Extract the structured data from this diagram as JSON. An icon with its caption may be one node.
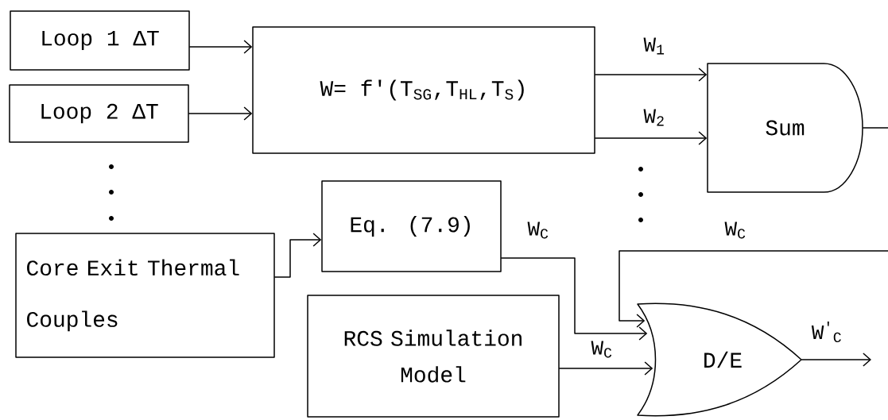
{
  "diagram": {
    "nodes": [
      {
        "text": [
          "Loop 1 ΔT"
        ]
      },
      {
        "text": [
          "Loop 2 ΔT"
        ]
      },
      {
        "text": [
          "W= f'(T$_{SG}$,T$_{HL}$,T$_{S}$)"
        ]
      },
      {
        "text": [
          "Sum"
        ]
      },
      {
        "text": [
          "Core Exit Thermal Couples"
        ]
      },
      {
        "text": [
          "Eq. (7.9)"
        ]
      },
      {
        "text": [
          "RCS Simulation Model"
        ]
      },
      {
        "text": [
          "D/E"
        ]
      }
    ],
    "edges": [
      {
        "from": 0,
        "to": 2,
        "arrow": "to"
      },
      {
        "from": 1,
        "to": 2,
        "arrow": "to"
      },
      {
        "from": 2,
        "to": 3,
        "arrow": "to",
        "label": "W$_{1}$"
      },
      {
        "from": 2,
        "to": 3,
        "arrow": "to",
        "label": "W$_{2}$"
      },
      {
        "from": 4,
        "to": 5,
        "arrow": "to"
      },
      {
        "from": 5,
        "to": 7,
        "arrow": "to",
        "label": "W$_{C}$"
      },
      {
        "from": null,
        "to": 7,
        "arrow": "to",
        "label": "W$_{C}$"
      },
      {
        "from": 6,
        "to": 7,
        "arrow": "to",
        "label": "W$_{C}$"
      },
      {
        "from": 3,
        "to": null,
        "arrow": "none"
      },
      {
        "from": 7,
        "to": null,
        "arrow": "to",
        "label": "W$^{'}$$_{C}$"
      }
    ]
  }
}
